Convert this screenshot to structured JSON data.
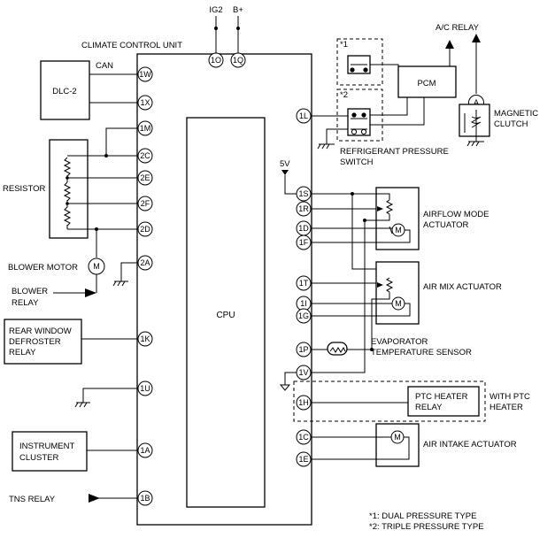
{
  "unit": {
    "title": "CLIMATE CONTROL UNIT",
    "cpu": "CPU"
  },
  "power": {
    "ig2": "IG2",
    "bplus": "B+"
  },
  "pins": {
    "p1O": "1O",
    "p1Q": "1Q",
    "p1W": "1W",
    "p1X": "1X",
    "p1M": "1M",
    "p2C": "2C",
    "p2E": "2E",
    "p2F": "2F",
    "p2D": "2D",
    "p2A": "2A",
    "p1K": "1K",
    "p1U": "1U",
    "p1A": "1A",
    "p1B": "1B",
    "p1L": "1L",
    "p1S": "1S",
    "p1R": "1R",
    "p1D": "1D",
    "p1F": "1F",
    "p1T": "1T",
    "p1I": "1I",
    "p1G": "1G",
    "p1P": "1P",
    "p1V": "1V",
    "p1H": "1H",
    "p1C": "1C",
    "p1E": "1E"
  },
  "components": {
    "dlc": "DLC-2",
    "can": "CAN",
    "resistor": "RESISTOR",
    "blower_motor": "BLOWER MOTOR",
    "blower_relay": [
      "BLOWER",
      "RELAY"
    ],
    "rear_defroster": [
      "REAR WINDOW",
      "DEFROSTER",
      "RELAY"
    ],
    "instrument_cluster": [
      "INSTRUMENT",
      "CLUSTER"
    ],
    "tns_relay": "TNS RELAY",
    "ac_relay": "A/C RELAY",
    "pcm": "PCM",
    "magnetic_clutch": [
      "MAGNETIC",
      "CLUTCH"
    ],
    "clutch_symbol": "A",
    "refrigerant_switch": [
      "REFRIGERANT PRESSURE",
      "SWITCH"
    ],
    "v5": "5V",
    "airflow_actuator": [
      "AIRFLOW MODE",
      "ACTUATOR"
    ],
    "air_mix_actuator": "AIR MIX ACTUATOR",
    "evaporator_sensor": [
      "EVAPORATOR",
      "TEMPERATURE SENSOR"
    ],
    "ptc_relay": [
      "PTC HEATER",
      "RELAY"
    ],
    "ptc_option": [
      "WITH PTC",
      "HEATER"
    ],
    "air_intake_actuator": "AIR INTAKE ACTUATOR",
    "motor_symbol": "M"
  },
  "notes": {
    "n1_mark": "*1",
    "n2_mark": "*2",
    "n1": "*1: DUAL PRESSURE TYPE",
    "n2": "*2: TRIPLE PRESSURE TYPE"
  }
}
